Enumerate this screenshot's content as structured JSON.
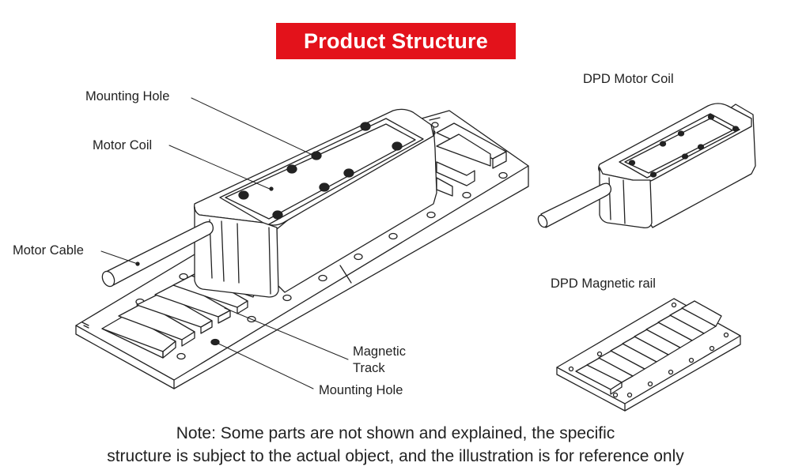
{
  "header": {
    "title": "Product Structure"
  },
  "labels": {
    "mounting_hole_top": "Mounting Hole",
    "motor_coil": "Motor Coil",
    "motor_cable": "Motor Cable",
    "magnetic_track_line1": "Magnetic",
    "magnetic_track_line2": "Track",
    "mounting_hole_bottom": "Mounting Hole",
    "dpd_motor_coil": "DPD Motor Coil",
    "dpd_magnetic_rail": "DPD Magnetic rail"
  },
  "note": {
    "line1": "Note: Some parts are not shown and explained, the specific",
    "line2": "structure is subject to the actual object, and the illustration is for reference only"
  },
  "colors": {
    "accent": "#e3121b",
    "line": "#222222",
    "fill": "#ffffff"
  }
}
